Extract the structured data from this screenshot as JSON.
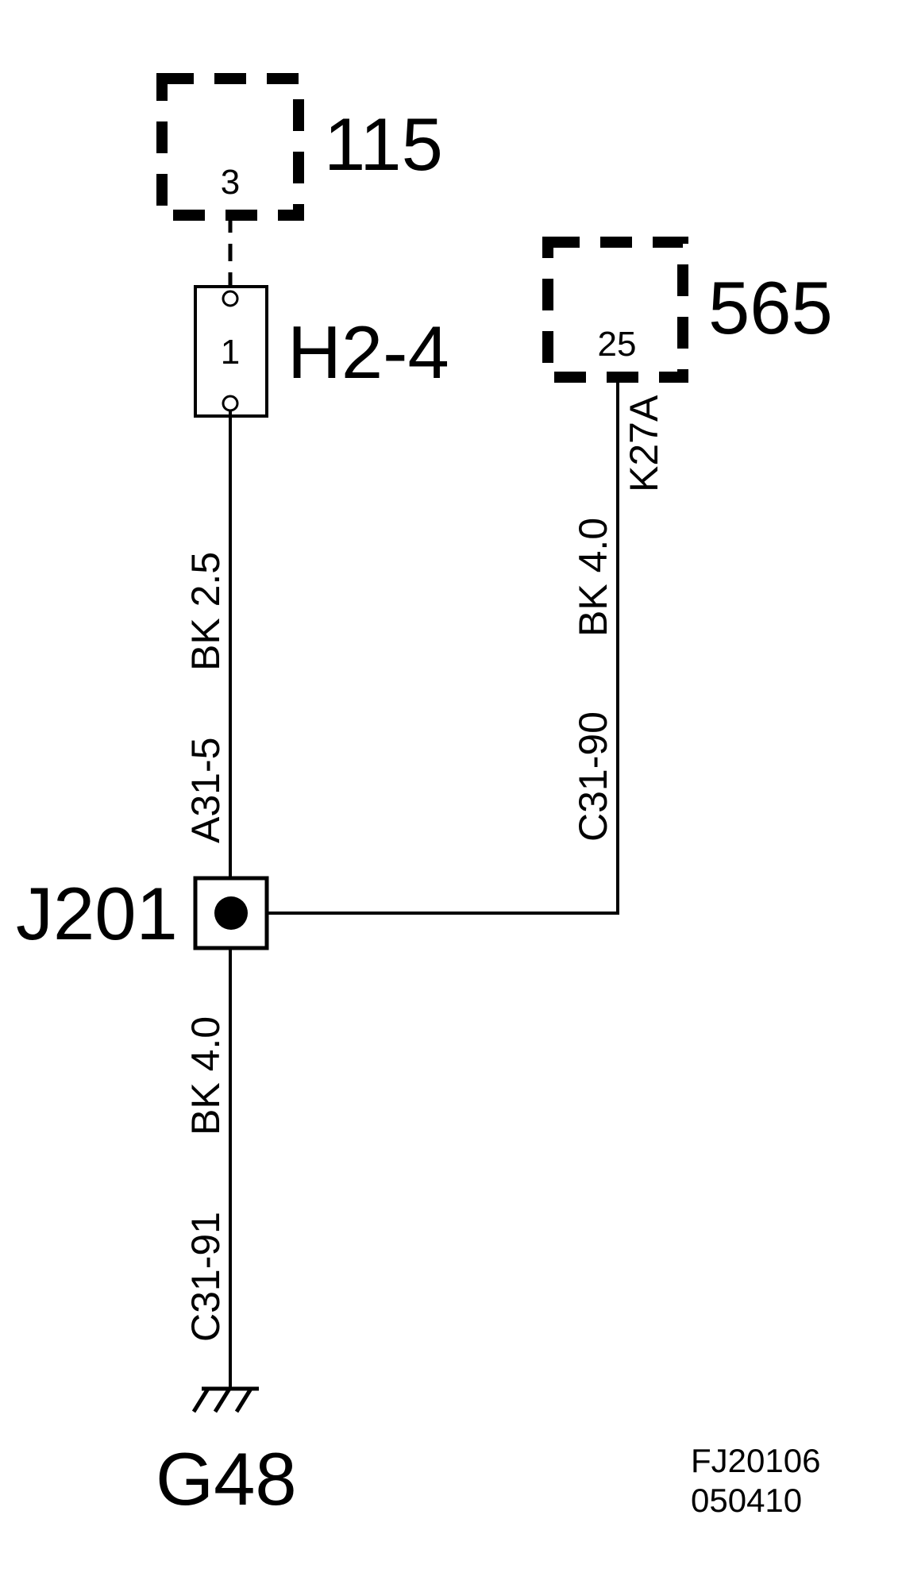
{
  "components": {
    "c115": {
      "id": "115",
      "pin": "3"
    },
    "c565": {
      "id": "565",
      "pin": "25"
    },
    "connector": {
      "id": "H2-4",
      "pin": "1"
    },
    "splice": {
      "id": "J201"
    },
    "ground": {
      "id": "G48"
    }
  },
  "wires": {
    "upper_left": {
      "color_gauge": "BK 2.5",
      "circuit": "A31-5"
    },
    "right": {
      "label": "K27A",
      "color_gauge": "BK 4.0",
      "circuit": "C31-90"
    },
    "lower_left": {
      "color_gauge": "BK 4.0",
      "circuit": "C31-91"
    }
  },
  "reference": {
    "line1": "FJ20106",
    "line2": "050410"
  },
  "colors": {
    "line": "#000000",
    "background": "#ffffff"
  }
}
